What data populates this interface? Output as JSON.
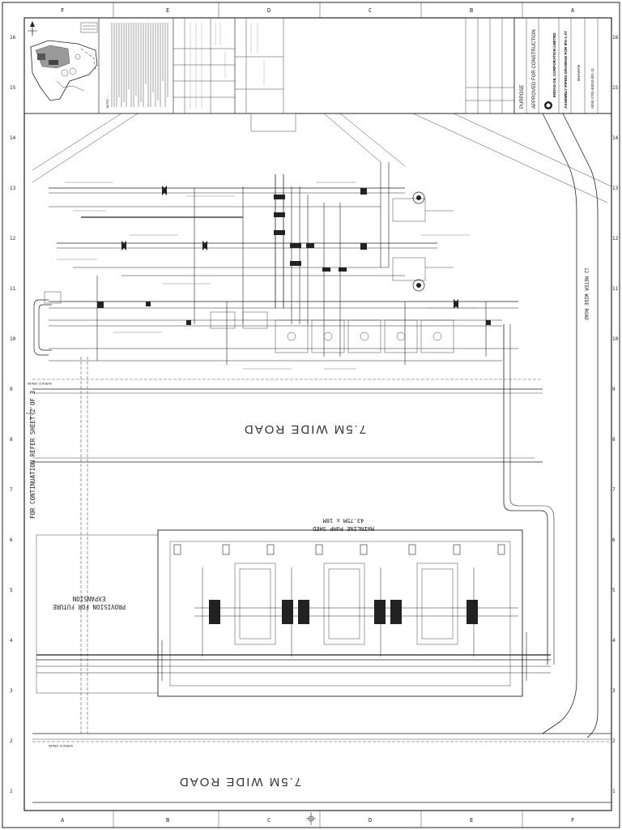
{
  "sheet": {
    "frame_letters_top": [
      "F",
      "E",
      "D",
      "C",
      "B",
      "A"
    ],
    "frame_letters_bottom": [
      "A",
      "B",
      "C",
      "D",
      "E",
      "F"
    ],
    "frame_numbers_left": [
      "16",
      "15",
      "14",
      "13",
      "12",
      "11",
      "10",
      "9",
      "8",
      "7",
      "6",
      "5",
      "4",
      "3",
      "2",
      "1"
    ],
    "frame_numbers_right": [
      "16",
      "15",
      "14",
      "13",
      "12",
      "11",
      "10",
      "9",
      "8",
      "7",
      "6",
      "5",
      "4",
      "3",
      "2",
      "1"
    ]
  },
  "notes": {
    "heading": "NOTES :-"
  },
  "title_block": {
    "purpose_label": "PURPOSE",
    "purpose_value": "APPROVED FOR CONSTRUCTION",
    "company": "INDIAN OIL CORPORATION LIMITED",
    "title": "ASSEMBLY PIPING DRAWING FOR IPS-1 AT",
    "location": "BHAWAN",
    "drawing_number": "A093-1703-40010-001-11"
  },
  "drawing": {
    "road_upper": "7.5M WIDE ROAD",
    "road_lower": "7.5M WIDE ROAD",
    "road_side": "12 METER WIDE ROAD",
    "continuation": "FOR CONTINUATION REFER SHEET-2 OF 3",
    "pump_shed_title": "MAINLINE PUMP SHED",
    "pump_shed_size": "43.75M x 18M",
    "future_line1": "PROVISION FOR FUTURE",
    "future_line2": "EXPANSION",
    "surface_drain": "SURFACE DRAIN",
    "icons": [
      "north-arrow-icon",
      "key-plan-icon",
      "centre-mark-icon",
      "company-logo-icon"
    ]
  }
}
